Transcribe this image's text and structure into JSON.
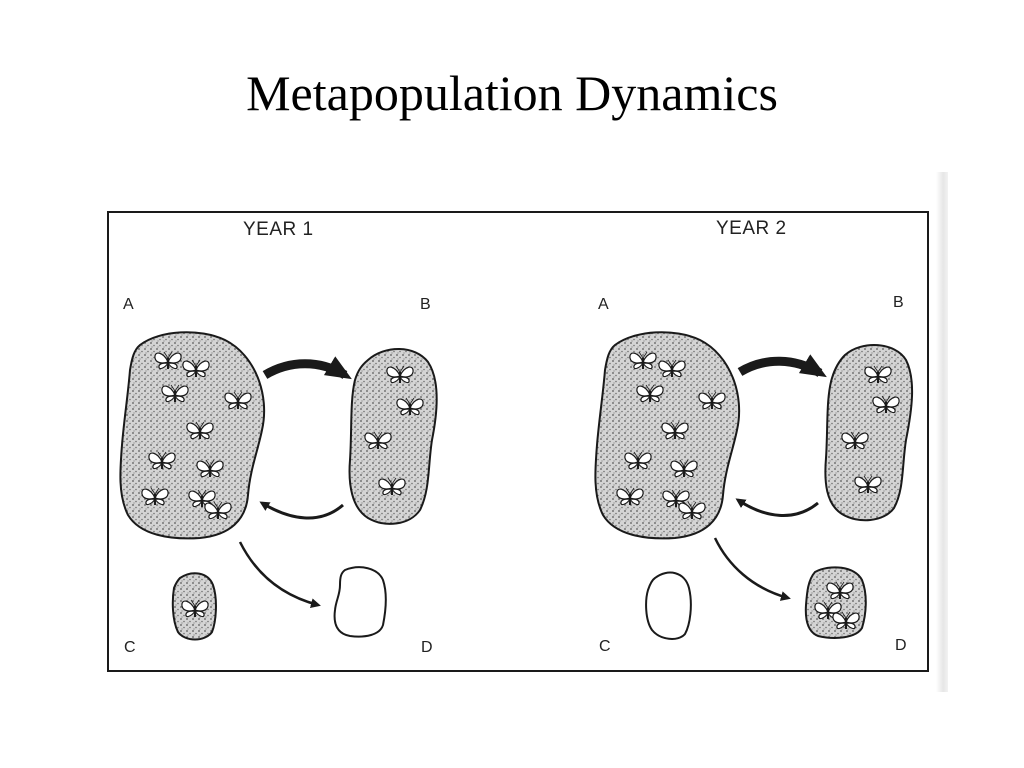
{
  "title": "Metapopulation Dynamics",
  "panels": [
    {
      "label": "YEAR 1",
      "patches": [
        {
          "letter": "A",
          "occupied": true
        },
        {
          "letter": "B",
          "occupied": true
        },
        {
          "letter": "C",
          "occupied": true
        },
        {
          "letter": "D",
          "occupied": false
        }
      ]
    },
    {
      "label": "YEAR 2",
      "patches": [
        {
          "letter": "A",
          "occupied": true
        },
        {
          "letter": "B",
          "occupied": true
        },
        {
          "letter": "C",
          "occupied": false
        },
        {
          "letter": "D",
          "occupied": true
        }
      ]
    }
  ],
  "colors": {
    "ink": "#1a1a1a",
    "stipple": "#9a9a9a",
    "patch_fill": "#d4d4d4",
    "empty_fill": "#ffffff"
  },
  "icons": [
    "butterfly-icon",
    "migration-arrow"
  ]
}
